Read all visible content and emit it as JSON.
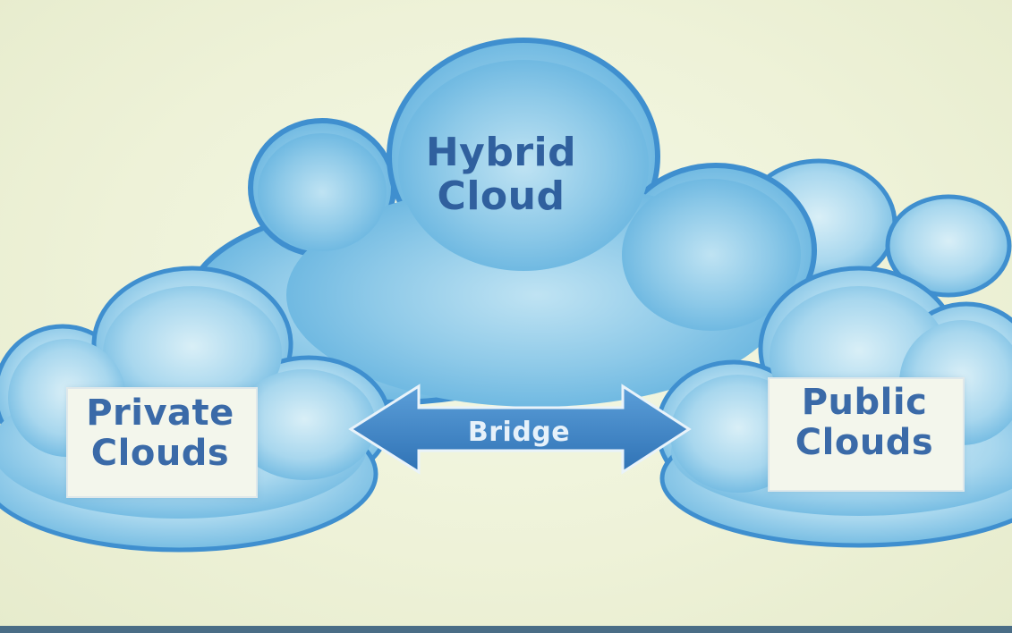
{
  "diagram": {
    "hybrid": {
      "line1": "Hybrid",
      "line2": "Cloud"
    },
    "private": {
      "line1": "Private",
      "line2": "Clouds"
    },
    "public": {
      "line1": "Public",
      "line2": "Clouds"
    },
    "bridge": {
      "label": "Bridge"
    }
  },
  "colors": {
    "background": "#eef2d8",
    "cloud_fill": "#8cc7e6",
    "cloud_outline": "#3f8fcf",
    "text": "#3a6aa8",
    "arrow": "#3d84c6"
  }
}
